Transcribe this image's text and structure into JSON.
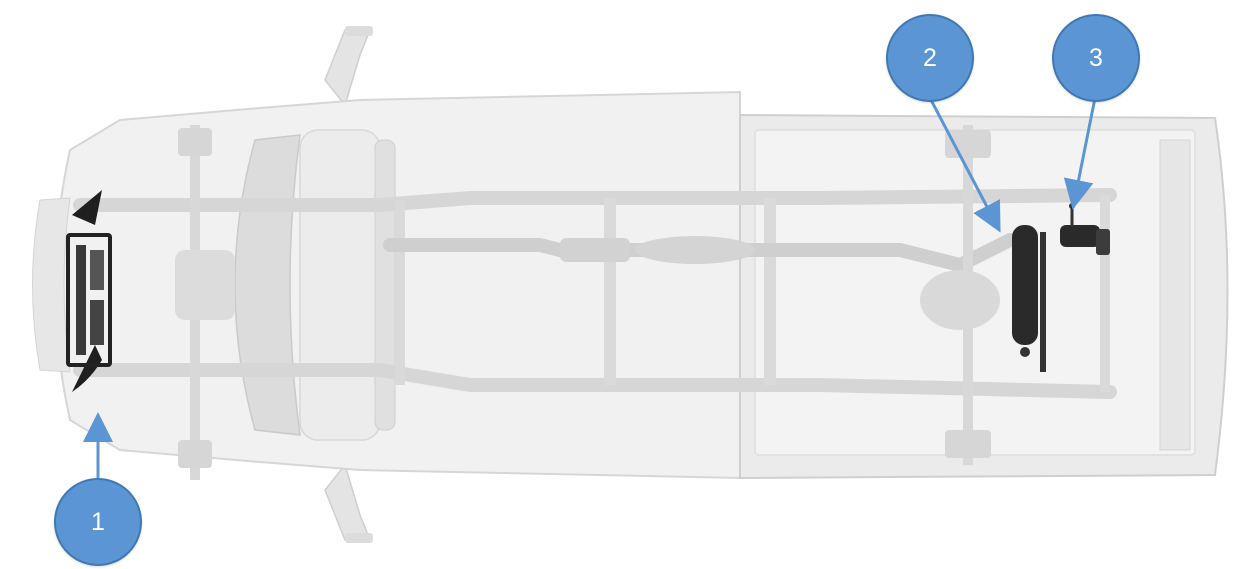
{
  "callouts": [
    {
      "label": "1"
    },
    {
      "label": "2"
    },
    {
      "label": "3"
    }
  ],
  "colors": {
    "callout_fill": "#5b95d3",
    "callout_border": "#3f78b5",
    "arrow": "#5b95d3",
    "truck_body": "#eeeeee",
    "truck_outline": "#d2d2d2",
    "bed": "#ebebeb",
    "frame": "#d8d8d8",
    "component": "#2a2a2a"
  },
  "icons": {
    "truck": "pickup-truck-top-view",
    "component_1": "front-bracket-assembly",
    "component_2": "air-tank",
    "component_3": "compressor"
  }
}
